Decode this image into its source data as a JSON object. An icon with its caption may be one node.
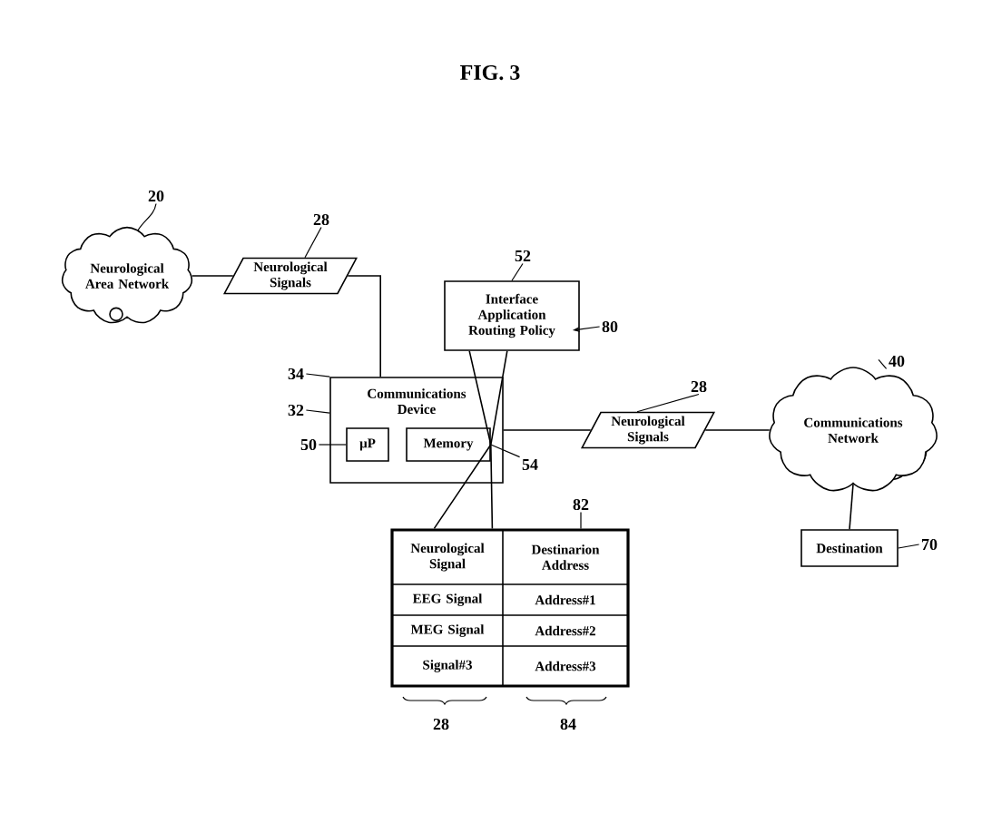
{
  "diagram": {
    "title": "FIG. 3",
    "nodes": [
      {
        "text": [
          "Neurological Area Network"
        ]
      },
      {
        "text": [
          "20"
        ]
      },
      {
        "text": [
          "Neurological Signals"
        ]
      },
      {
        "text": [
          "28"
        ]
      },
      {
        "text": [
          "Interface Application Routing Policy"
        ]
      },
      {
        "text": [
          "52"
        ]
      },
      {
        "text": [
          "80"
        ]
      },
      {
        "text": [
          "Communications Device"
        ]
      },
      {
        "text": [
          "34"
        ]
      },
      {
        "text": [
          "32"
        ]
      },
      {
        "text": [
          "µP"
        ],
        "in": 7
      },
      {
        "text": [
          "50"
        ]
      },
      {
        "text": [
          "Memory"
        ],
        "in": 7
      },
      {
        "text": [
          "54"
        ]
      },
      {
        "text": [
          "Neurological Signals"
        ]
      },
      {
        "text": [
          "28"
        ]
      },
      {
        "text": [
          "Communications Network"
        ]
      },
      {
        "text": [
          "40"
        ]
      },
      {
        "text": [
          "Destination"
        ]
      },
      {
        "text": [
          "70"
        ]
      },
      {
        "text": [
          "Neurological Signal",
          "Destinarion Address",
          "EEG Signal",
          "Address#1",
          "MEG Signal",
          "Address#2",
          "Signal#3",
          "Address#3"
        ]
      },
      {
        "text": [
          "82"
        ]
      }
    ],
    "edges": [
      {
        "from": 0,
        "to": 2,
        "arrow": "none"
      },
      {
        "from": 2,
        "to": 7,
        "arrow": "none"
      },
      {
        "from": 7,
        "to": 14,
        "arrow": "none"
      },
      {
        "from": 14,
        "to": 16,
        "arrow": "none"
      },
      {
        "from": 16,
        "to": 18,
        "arrow": "none"
      },
      {
        "from": 4,
        "to": 12,
        "arrow": "none"
      },
      {
        "from": 12,
        "to": 20,
        "arrow": "none"
      },
      {
        "from": 1,
        "to": 0,
        "arrow": "none"
      },
      {
        "from": 3,
        "to": 2,
        "arrow": "none"
      },
      {
        "from": 5,
        "to": 4,
        "arrow": "none"
      },
      {
        "from": 6,
        "to": 4,
        "arrow": "to"
      },
      {
        "from": 8,
        "to": 7,
        "arrow": "none"
      },
      {
        "from": 9,
        "to": 7,
        "arrow": "none"
      },
      {
        "from": 11,
        "to": 10,
        "arrow": "none"
      },
      {
        "from": 13,
        "to": 12,
        "arrow": "none"
      },
      {
        "from": 15,
        "to": 14,
        "arrow": "none"
      },
      {
        "from": 17,
        "to": 16,
        "arrow": "none"
      },
      {
        "from": 19,
        "to": 18,
        "arrow": "none"
      },
      {
        "from": 21,
        "to": 20,
        "arrow": "none"
      }
    ],
    "labels": [
      "28",
      "84"
    ]
  }
}
